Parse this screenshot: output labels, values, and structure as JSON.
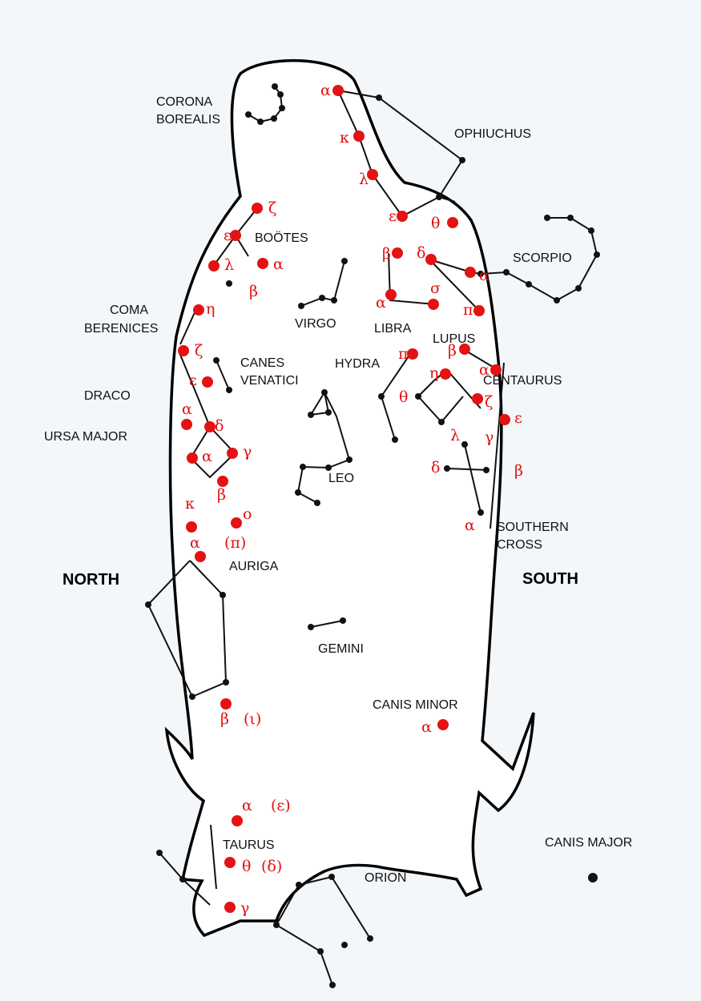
{
  "directions": {
    "north": "NORTH",
    "south": "SOUTH"
  },
  "constellations": {
    "corona_1": "CORONA",
    "corona_2": "BOREALIS",
    "ophiuchus": "OPHIUCHUS",
    "bootes": "BOÖTES",
    "scorpio": "SCORPIO",
    "coma_1": "COMA",
    "coma_2": "BERENICES",
    "virgo": "VIRGO",
    "libra": "LIBRA",
    "lupus": "LUPUS",
    "canes_1": "CANES",
    "canes_2": "VENATICI",
    "hydra": "HYDRA",
    "centaurus": "CENTAURUS",
    "draco": "DRACO",
    "ursa_major": "URSA MAJOR",
    "leo": "LEO",
    "southern_cross_1": "SOUTHERN",
    "southern_cross_2": "CROSS",
    "auriga": "AURIGA",
    "gemini": "GEMINI",
    "canis_minor": "CANIS MINOR",
    "canis_major": "CANIS MAJOR",
    "taurus": "TAURUS",
    "orion": "ORION"
  },
  "greek": [
    "α",
    "κ",
    "λ",
    "ε",
    "θ",
    "δ",
    "β",
    "α",
    "σ",
    "π",
    "α",
    "ζ",
    "ε",
    "λ",
    "α",
    "β",
    "η",
    "ζ",
    "ε",
    "α",
    "δ",
    "α",
    "γ",
    "β",
    "κ",
    "ο",
    "α",
    "(π)",
    "π",
    "β",
    "η",
    "α",
    "θ",
    "ζ",
    "ε",
    "λ",
    "γ",
    "δ",
    "β",
    "α",
    "β",
    "(ι)",
    "α",
    "α",
    "(ε)",
    "θ",
    "(δ)",
    "γ"
  ],
  "colors": {
    "star_red": "#e41212",
    "ink": "#111111",
    "background": "#f3f7fa"
  }
}
